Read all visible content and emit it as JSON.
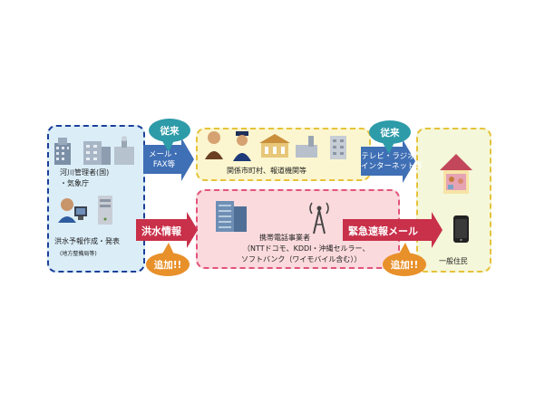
{
  "source": {
    "river_label_1": "河川管理者(国)",
    "river_label_2": "・気象庁",
    "forecast_label": "洪水予報作成・発表",
    "forecast_sub": "(地方整備局等)"
  },
  "municipal": {
    "label": "関係市町村、報道機関等"
  },
  "carrier": {
    "title": "携帯電話事業者",
    "line1": "（NTTドコモ、KDDI・沖縄セルラー、",
    "line2": "ソフトバンク（ワイモバイル含む））"
  },
  "resident": {
    "label": "一般住民"
  },
  "arrows": {
    "mail_fax_1": "メール・",
    "mail_fax_2": "FAX等",
    "tv_radio_1": "テレビ・ラジオ",
    "tv_radio_2": "インターネット等",
    "flood_info": "洪水情報",
    "emergency_mail": "緊急速報メール"
  },
  "bubbles": {
    "conventional_1": "従来",
    "conventional_2": "従来",
    "added_1": "追加!!",
    "added_2": "追加!!"
  },
  "colors": {
    "blue_arrow": "#3f6fb5",
    "red_arrow": "#c9304a",
    "teal_bubble": "#2d9ba8",
    "orange_bubble": "#e8902a"
  }
}
